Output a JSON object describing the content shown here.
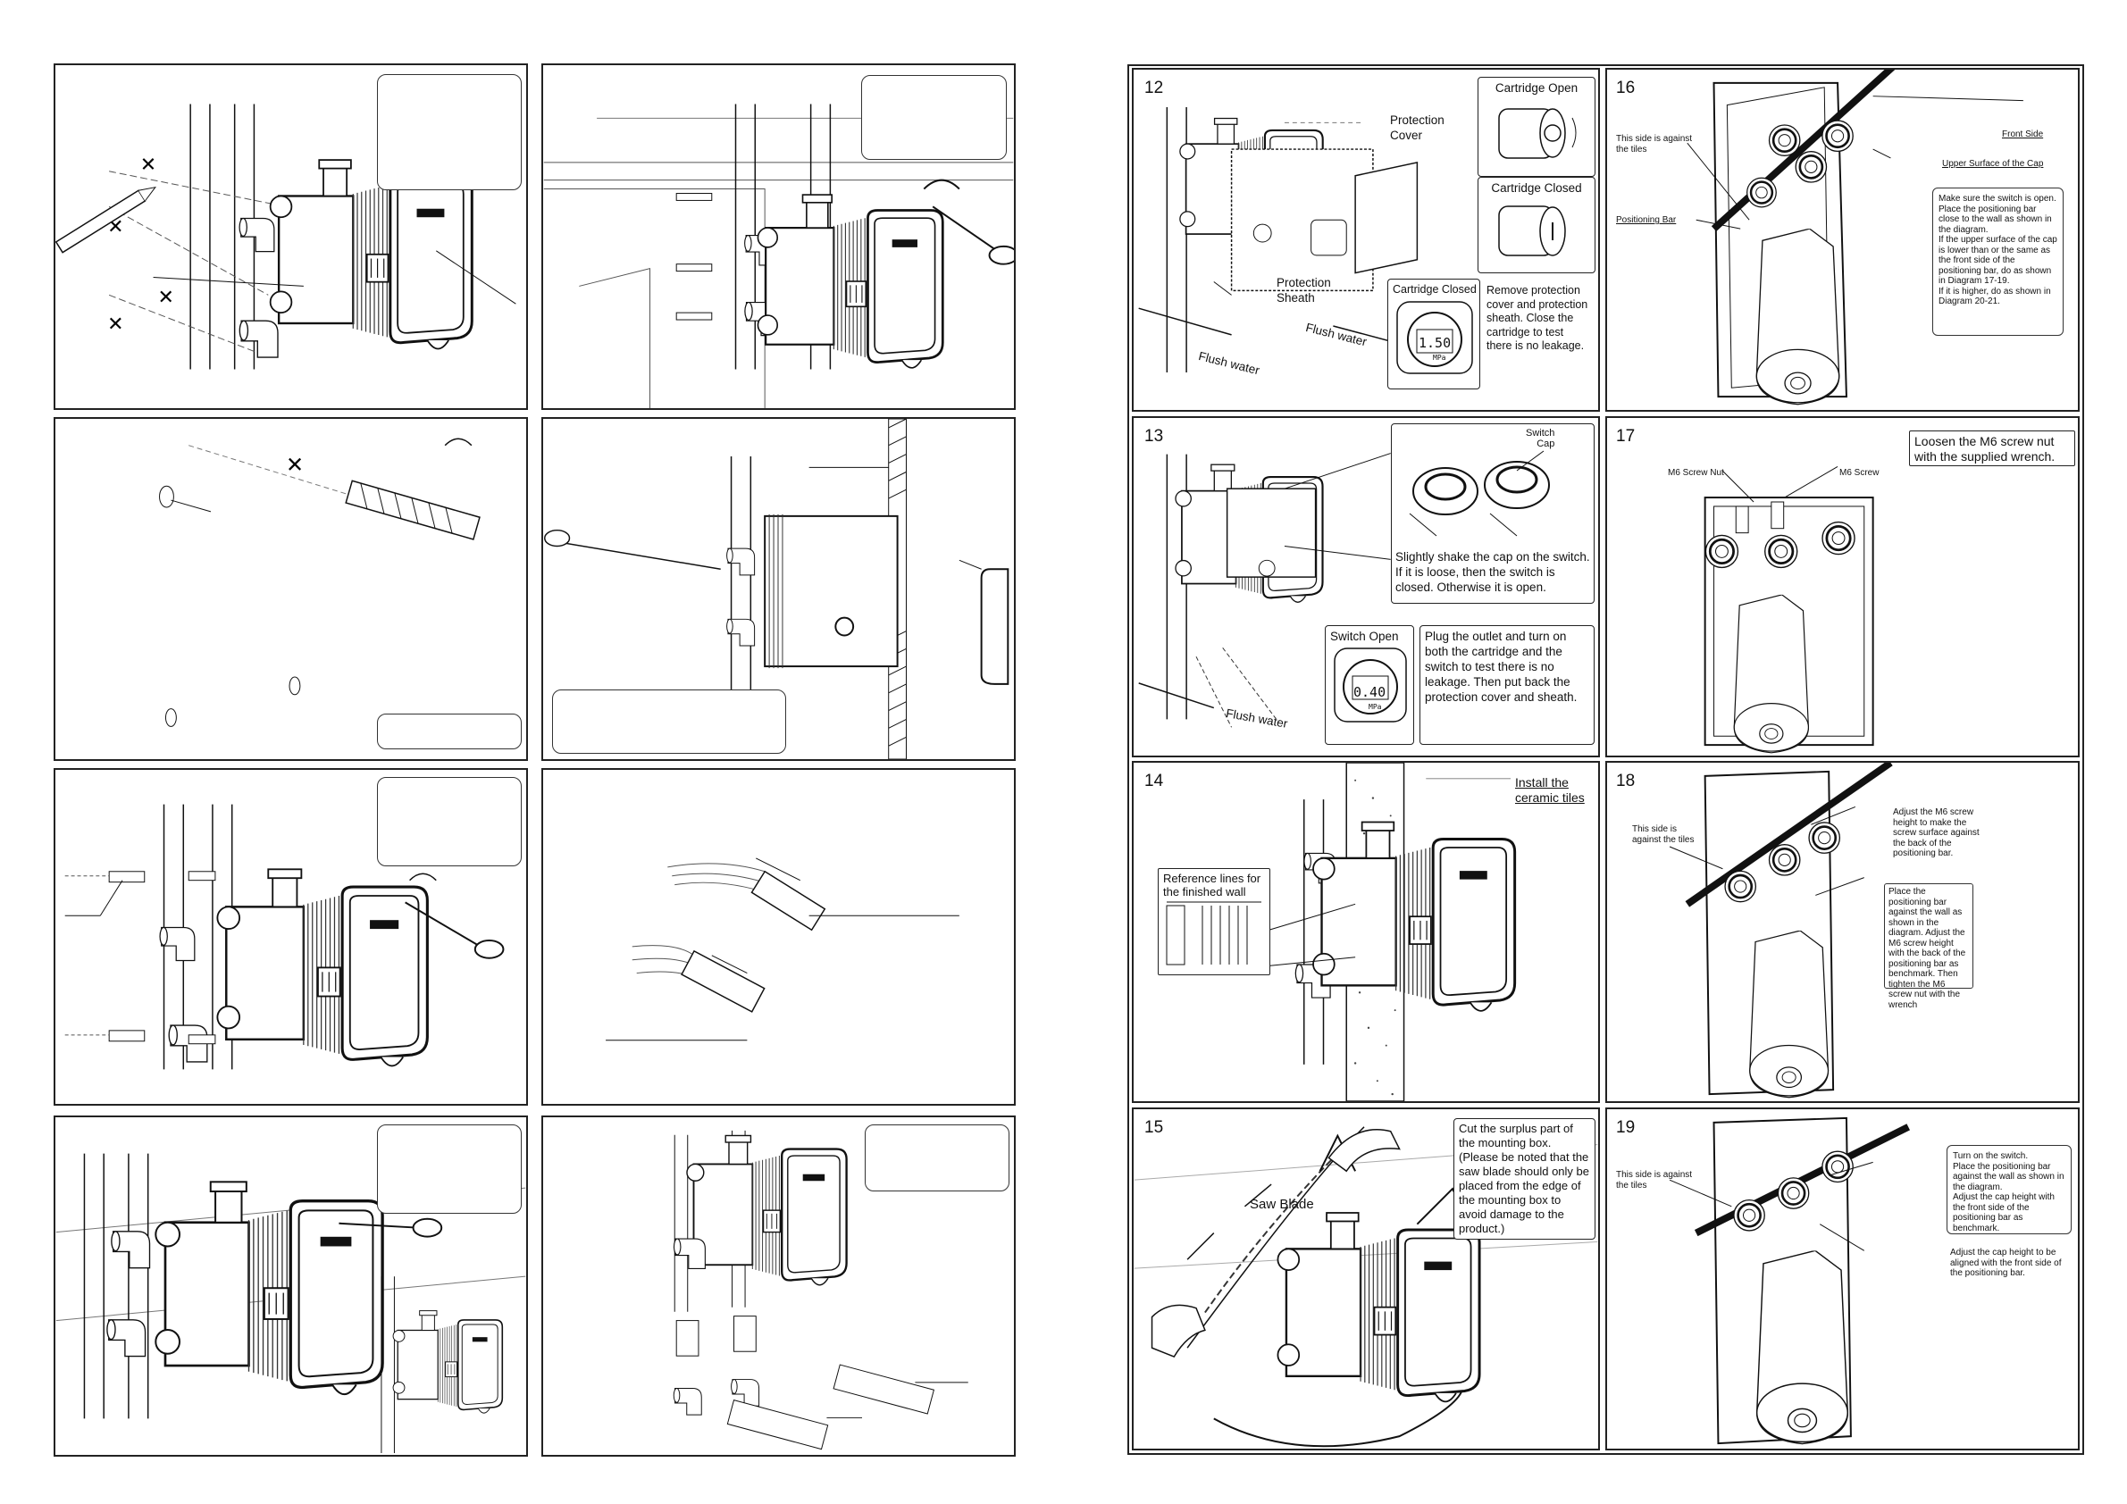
{
  "left_sheet": {
    "panels": [
      {
        "id": "L1"
      },
      {
        "id": "L2"
      },
      {
        "id": "L3"
      },
      {
        "id": "L4"
      },
      {
        "id": "L5"
      },
      {
        "id": "L6"
      },
      {
        "id": "L7"
      },
      {
        "id": "L8"
      }
    ]
  },
  "right_sheet": {
    "step12": {
      "number": "12",
      "protection_cover": "Protection\nCover",
      "cartridge_open": "Cartridge Open",
      "cartridge_closed_top": "Cartridge Closed",
      "protection_sheath": "Protection\nSheath",
      "flush_water_1": "Flush water",
      "flush_water_2": "Flush water",
      "cartridge_closed_gauge": "Cartridge Closed",
      "gauge_reading": "1.50",
      "gauge_unit": "MPa",
      "instruction": "Remove protection cover and protection sheath. Close the cartridge to test there is no leakage."
    },
    "step13": {
      "number": "13",
      "switch_cap": "Switch\nCap",
      "shake_text": "Slightly shake the cap on the switch. If it is loose, then the switch is closed. Otherwise it is open.",
      "switch_open": "Switch Open",
      "gauge_reading": "0.40",
      "gauge_unit": "MPa",
      "plug_text": "Plug the outlet and turn on both the cartridge and the switch to test there is no leakage. Then put back the protection cover and sheath.",
      "flush_water": "Flush water"
    },
    "step14": {
      "number": "14",
      "install_tiles": "Install the ceramic tiles",
      "reference_lines": "Reference lines for the finished wall"
    },
    "step15": {
      "number": "15",
      "saw_blade": "Saw Blade",
      "cut_text": "Cut the surplus part of the mounting box. (Please be noted that the saw blade should only be placed from the edge of the mounting box to avoid damage to the product.)"
    },
    "step16": {
      "number": "16",
      "against_tiles": "This side is against the tiles",
      "front_side": "Front Side",
      "upper_surface": "Upper Surface of the Cap",
      "positioning_bar": "Positioning Bar",
      "instruction": "Make sure the switch is open.\nPlace the positioning bar close to the wall as shown in the diagram.\nIf the upper surface of the cap is lower than or the same as the front side of the positioning bar, do as shown in Diagram 17-19.\nIf it is higher, do as shown in Diagram 20-21."
    },
    "step17": {
      "number": "17",
      "loosen": "Loosen the M6 screw nut with the supplied wrench.",
      "m6_nut": "M6 Screw Nut",
      "m6_screw": "M6 Screw"
    },
    "step18": {
      "number": "18",
      "against_tiles": "This side is against the tiles",
      "adjust_text": "Adjust the M6 screw height to make the screw surface against the back of the positioning bar.",
      "place_text": "Place the positioning bar against the wall as shown in the diagram. Adjust the M6 screw height with the back of the positioning bar as benchmark. Then tighten the M6 screw nut with the wrench"
    },
    "step19": {
      "number": "19",
      "against_tiles": "This side is against the tiles",
      "turn_on_text": "Turn on the switch.\nPlace the positioning bar against the wall as shown in the diagram.\nAdjust the cap height with the front side of the positioning bar as benchmark.",
      "adjust_cap_text": "Adjust the cap height to be aligned with the front side of the positioning bar."
    }
  }
}
